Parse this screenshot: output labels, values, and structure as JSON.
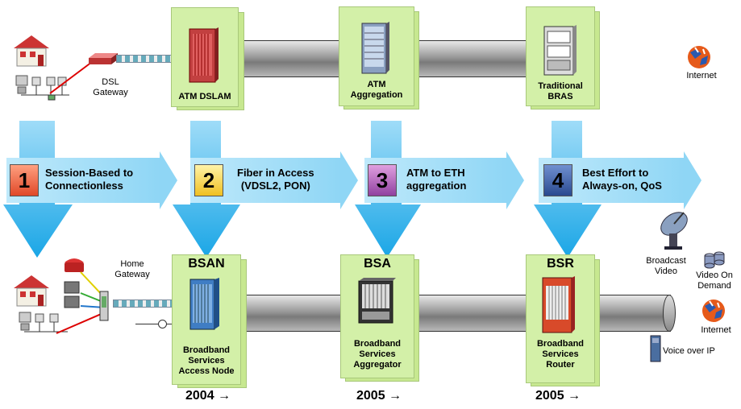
{
  "top_row": {
    "dsl_gateway_label": "DSL\nGateway",
    "atm_dslam_label": "ATM DSLAM",
    "atm_aggregation_label": "ATM\nAggregation",
    "traditional_bras_label": "Traditional\nBRAS",
    "internet_label": "Internet"
  },
  "steps": [
    {
      "number": "1",
      "text": "Session-Based to\nConnectionless",
      "color": "#f06040"
    },
    {
      "number": "2",
      "text": "Fiber in Access\n(VDSL2, PON)",
      "color": "#f8d040"
    },
    {
      "number": "3",
      "text": "ATM to ETH\naggregation",
      "color": "#a050a0"
    },
    {
      "number": "4",
      "text": "Best Effort to\nAlways-on, QoS",
      "color": "#3050a0"
    }
  ],
  "bottom_row": {
    "home_gateway_label": "Home\nGateway",
    "bsan": {
      "title": "BSAN",
      "label": "Broadband\nServices\nAccess Node"
    },
    "bsa": {
      "title": "BSA",
      "label": "Broadband\nServices\nAggregator"
    },
    "bsr": {
      "title": "BSR",
      "label": "Broadband\nServices\nRouter"
    },
    "broadcast_video_label": "Broadcast\nVideo",
    "video_on_demand_label": "Video On\nDemand",
    "internet_label": "Internet",
    "voice_over_ip_label": "Voice over IP"
  },
  "years": [
    "2004 →",
    "2005 →",
    "2005 →"
  ],
  "colors": {
    "card": "#d3f0a8",
    "arrow": "#3ab4ec",
    "bar": "#a8dff7"
  }
}
